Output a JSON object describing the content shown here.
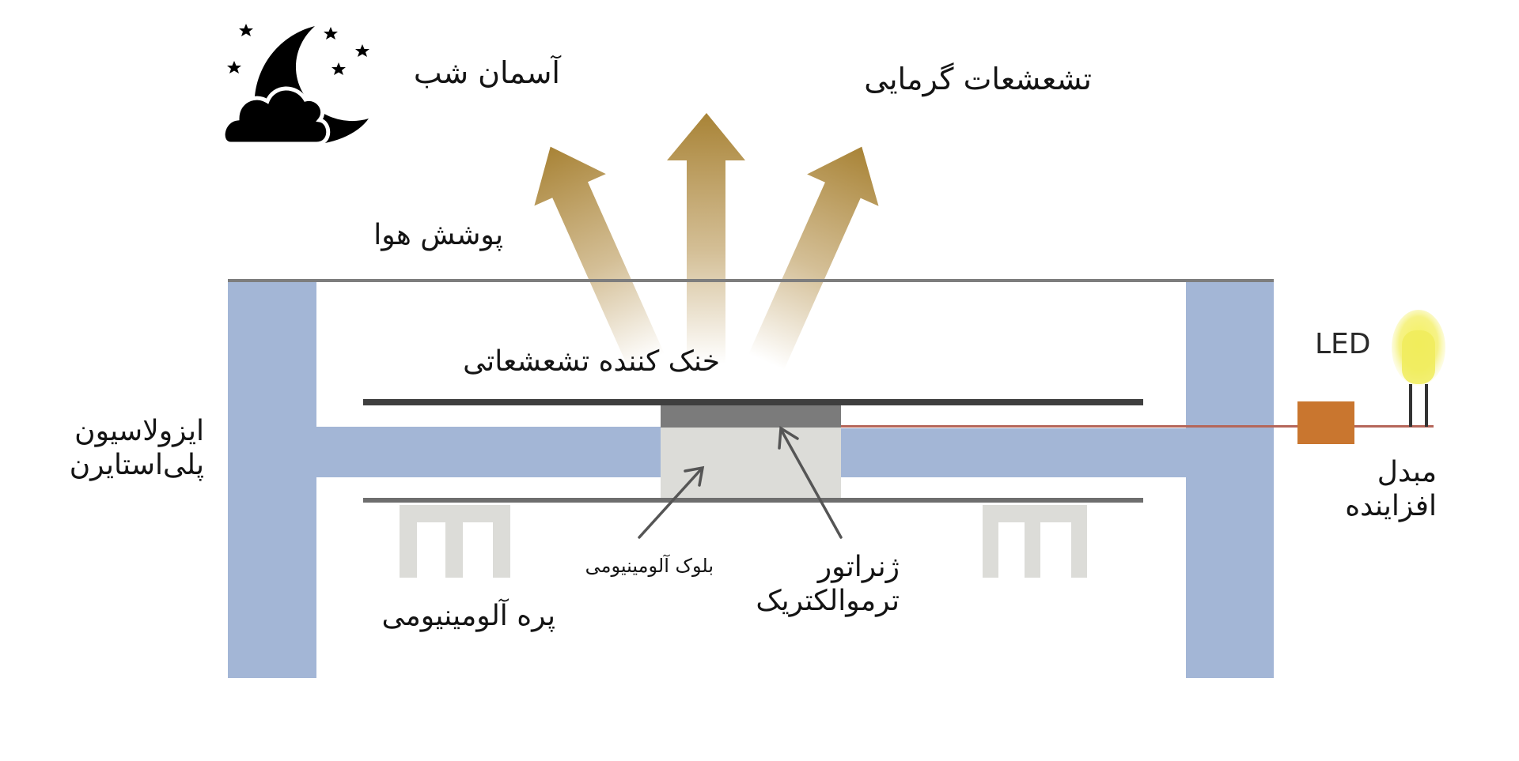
{
  "diagram": {
    "type": "thermoelectric radiative cooling power generator schematic",
    "colors": {
      "insulation": "#a3b6d6",
      "cooler_bar": "#3f3f3f",
      "cover_line": "#7d7d7d",
      "bottom_bar": "#6e6e6e",
      "te_generator": "#7b7b7b",
      "aluminum": "#dcdcd8",
      "wire": "#b5665a",
      "converter_box": "#c9762f",
      "led_glow": "#f2ef66",
      "arrow": "#b08a40",
      "pointer": "#555555",
      "icon": "#000000"
    },
    "labels": {
      "night_sky": "آسمان شب",
      "thermal_radiation": "تشعشعات گرمایی",
      "air_cover": "پوشش هوا",
      "radiative_cooler": "خنک کننده تشعشعاتی",
      "insulation_line1": "ایزولاسیون",
      "insulation_line2": "پلی‌استایرن",
      "aluminum_block": "بلوک آلومینیومی",
      "aluminum_fin": "پره آلومینیومی",
      "te_generator_line1": "ژنراتور",
      "te_generator_line2": "ترموالکتریک",
      "led": "LED",
      "boost_converter_line1": "مبدل",
      "boost_converter_line2": "افزاینده"
    },
    "icons": {
      "night_sky": "moon-cloud-stars-icon",
      "radiation_arrows": "upward-arrow-icon",
      "led": "led-bulb-icon"
    }
  }
}
